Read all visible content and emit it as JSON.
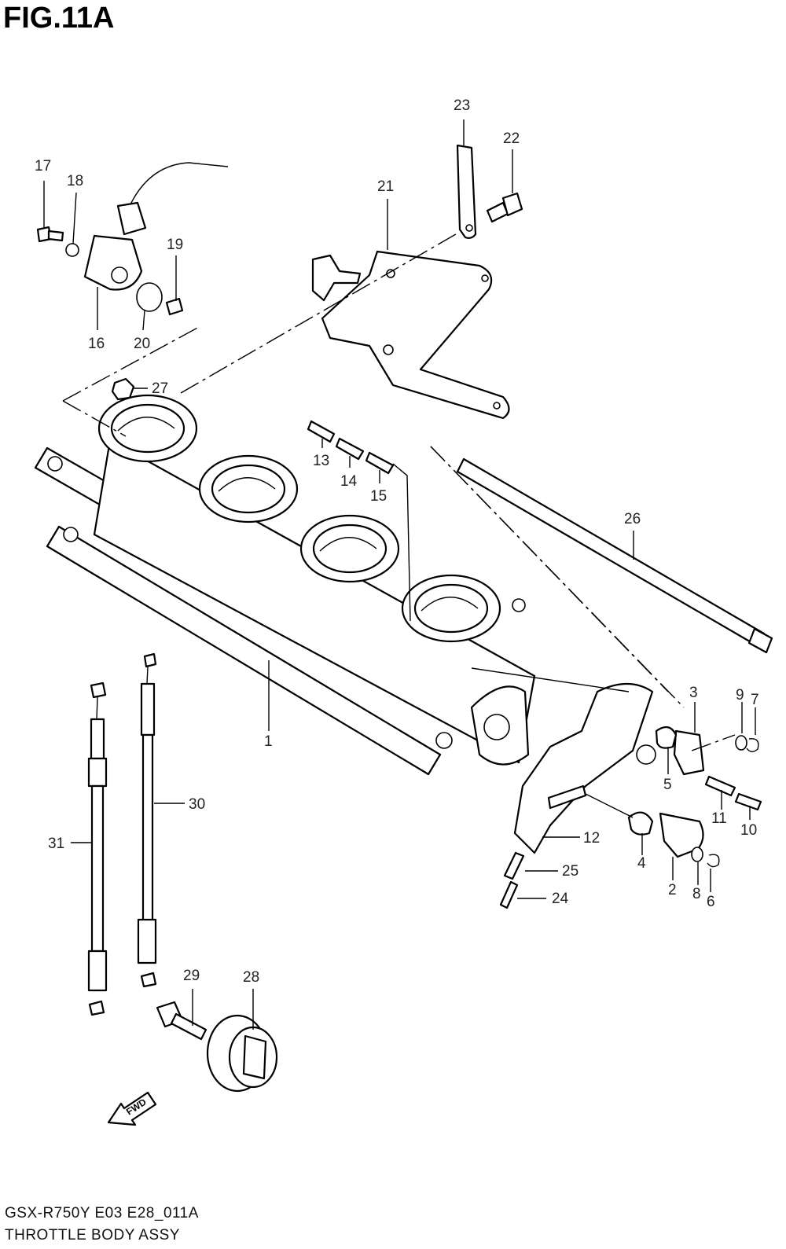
{
  "figure": {
    "title": "FIG.11A",
    "code": "GSX-R750Y E03 E28_011A",
    "name": "THROTTLE BODY ASSY"
  },
  "arrow_label": "FWD",
  "callouts": [
    "1",
    "2",
    "3",
    "4",
    "5",
    "6",
    "7",
    "8",
    "9",
    "10",
    "11",
    "12",
    "13",
    "14",
    "15",
    "16",
    "17",
    "18",
    "19",
    "20",
    "21",
    "22",
    "23",
    "24",
    "25",
    "26",
    "27",
    "28",
    "29",
    "30",
    "31"
  ],
  "colors": {
    "line": "#000000",
    "background": "#ffffff"
  }
}
